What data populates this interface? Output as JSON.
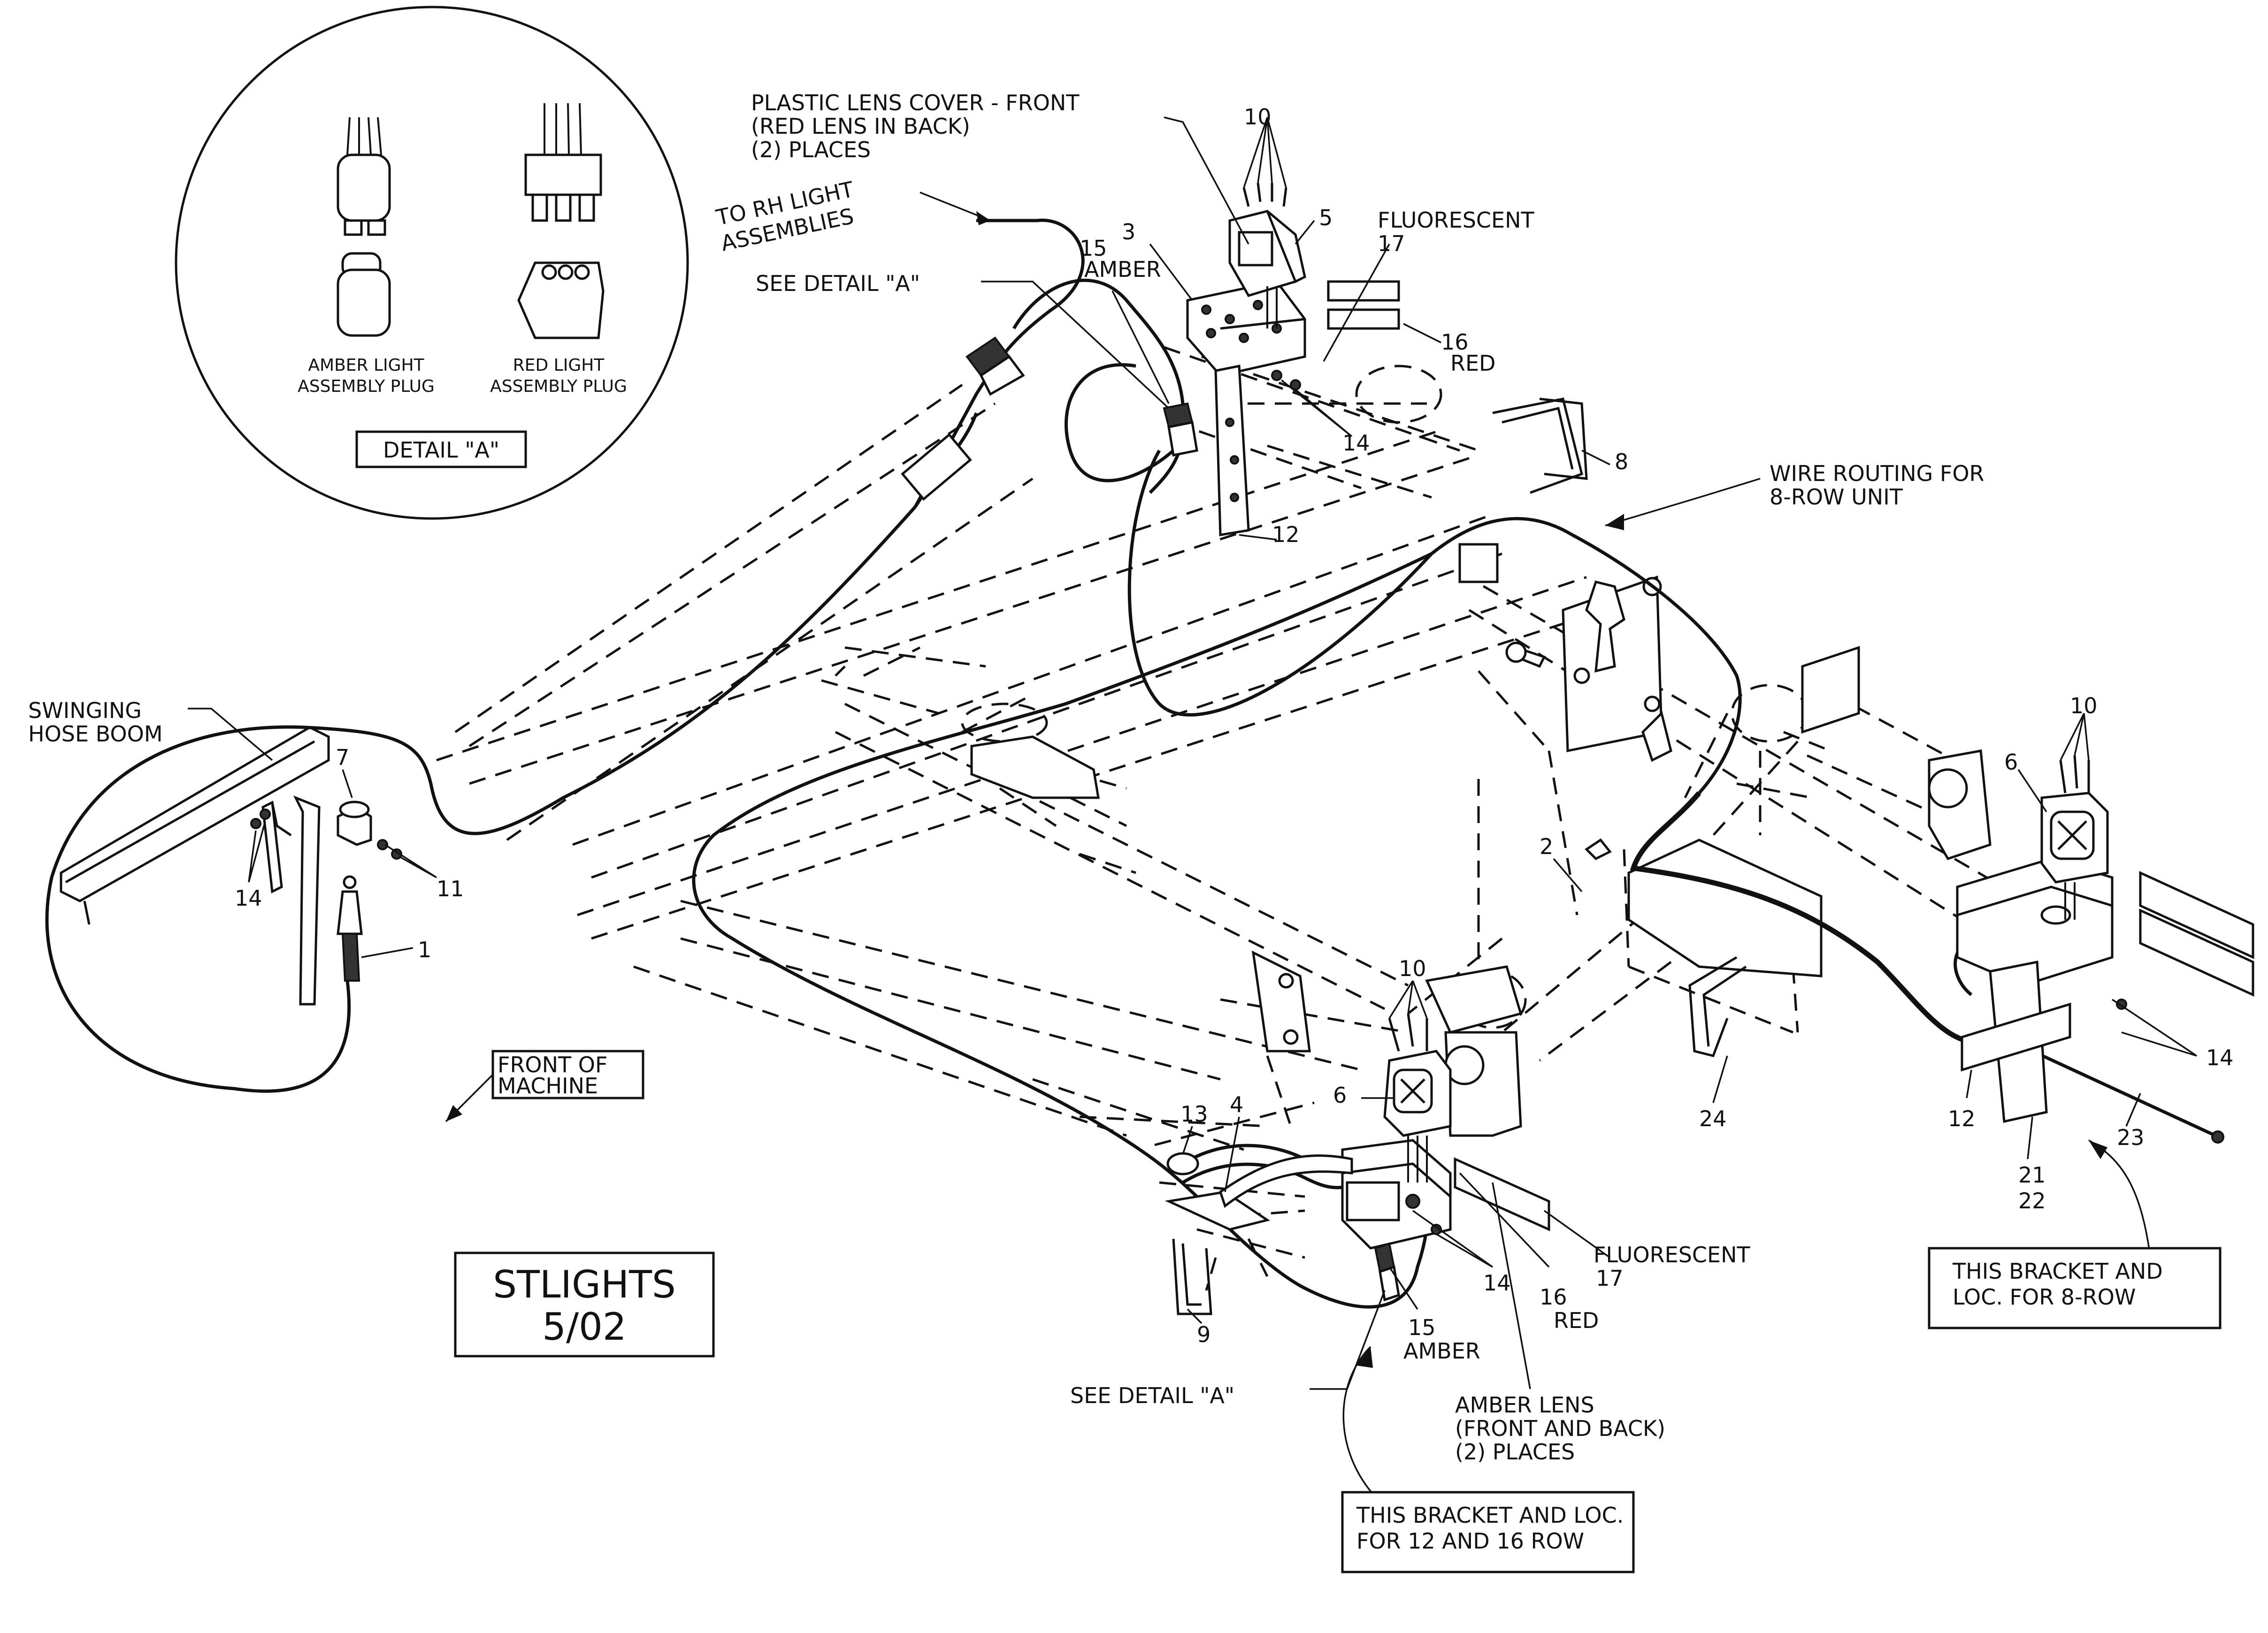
{
  "colors": {
    "ink": "#111111",
    "paper": "#ffffff"
  },
  "detail_a": {
    "amber_plug_label_1": "AMBER LIGHT",
    "amber_plug_label_2": "ASSEMBLY PLUG",
    "red_plug_label_1": "RED LIGHT",
    "red_plug_label_2": "ASSEMBLY PLUG",
    "title": "DETAIL \"A\""
  },
  "callouts": {
    "plastic_lens_1": "PLASTIC LENS COVER - FRONT",
    "plastic_lens_2": "(RED LENS IN BACK)",
    "plastic_lens_3": "(2) PLACES",
    "to_rh_1": "TO RH LIGHT",
    "to_rh_2": "ASSEMBLIES",
    "see_detail_top": "SEE DETAIL \"A\"",
    "amber_top": "AMBER",
    "fluorescent_top": "FLUORESCENT",
    "red_top": "RED",
    "wire_routing_1": "WIRE ROUTING FOR",
    "wire_routing_2": "8-ROW UNIT",
    "swinging_1": "SWINGING",
    "swinging_2": "HOSE BOOM",
    "front_1": "FRONT OF",
    "front_2": "MACHINE",
    "fluorescent_bottom": "FLUORESCENT",
    "red_bottom": "RED",
    "amber_bottom": "AMBER",
    "see_detail_bottom": "SEE DETAIL \"A\"",
    "amber_lens_1": "AMBER LENS",
    "amber_lens_2": "(FRONT AND BACK)",
    "amber_lens_3": "(2) PLACES",
    "bracket_12_1": "THIS BRACKET AND LOC.",
    "bracket_12_2": "FOR 12 AND 16 ROW",
    "bracket_8_1": "THIS BRACKET AND",
    "bracket_8_2": "LOC. FOR 8-ROW"
  },
  "title_block": {
    "line1": "STLIGHTS",
    "line2": "5/02"
  },
  "part_numbers": {
    "n1": "1",
    "n2": "2",
    "n3": "3",
    "n4": "4",
    "n5": "5",
    "n6a": "6",
    "n6b": "6",
    "n7": "7",
    "n8": "8",
    "n9": "9",
    "n10a": "10",
    "n10b": "10",
    "n10c": "10",
    "n11": "11",
    "n12a": "12",
    "n12b": "12",
    "n13": "13",
    "n14a": "14",
    "n14b": "14",
    "n14c": "14",
    "n14d": "14",
    "n15a": "15",
    "n15b": "15",
    "n16a": "16",
    "n16b": "16",
    "n17a": "17",
    "n17b": "17",
    "n21": "21",
    "n22": "22",
    "n23": "23",
    "n24": "24"
  }
}
